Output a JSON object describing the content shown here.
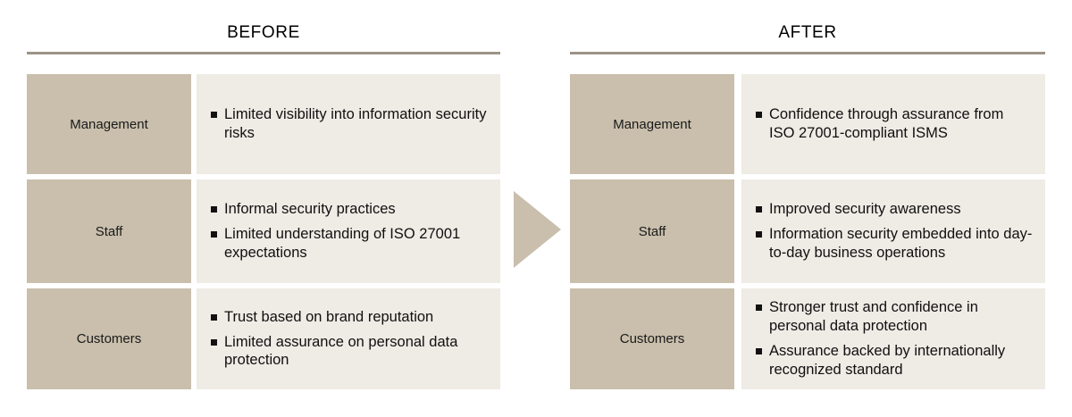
{
  "theme": {
    "background": "#ffffff",
    "label_cell_color": "#c9bfac",
    "body_cell_color": "#efebe5",
    "rule_color": "#9c9387",
    "arrow_color": "#c9bfac",
    "text_color": "#101010"
  },
  "panels": [
    {
      "id": "before",
      "title": "BEFORE",
      "rows": [
        {
          "label": "Management",
          "bullets": [
            "Limited visibility into information security risks"
          ]
        },
        {
          "label": "Staff",
          "bullets": [
            "Informal security practices",
            "Limited understanding of ISO 27001 expectations"
          ]
        },
        {
          "label": "Customers",
          "bullets": [
            "Trust based on brand reputation",
            "Limited assurance on personal data protection"
          ]
        }
      ]
    },
    {
      "id": "after",
      "title": "AFTER",
      "rows": [
        {
          "label": "Management",
          "bullets": [
            "Confidence through assurance from ISO 27001-compliant ISMS"
          ]
        },
        {
          "label": "Staff",
          "bullets": [
            "Improved security awareness",
            "Information security embedded into day-to-day business operations"
          ]
        },
        {
          "label": "Customers",
          "bullets": [
            "Stronger trust and confidence in personal data protection",
            "Assurance backed by internationally recognized standard"
          ]
        }
      ]
    }
  ],
  "connector": {
    "icon": "right-arrow-icon",
    "direction": "right"
  }
}
